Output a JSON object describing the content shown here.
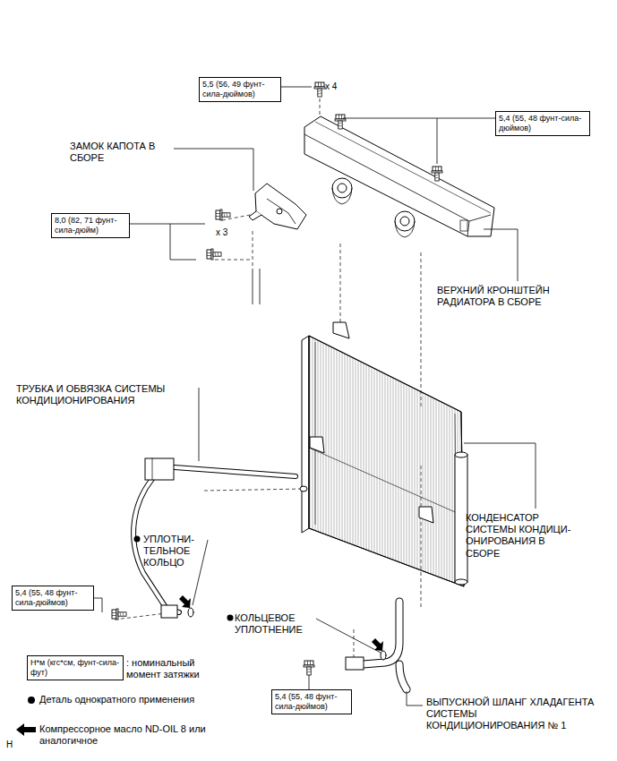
{
  "diagram": {
    "nodes": [
      {
        "text": [
          "5,5 (56, 49 фунт-сила-дюймов)"
        ]
      },
      {
        "text": [
          "5,4 (55, 48 фунт-сила-дюймов)"
        ]
      },
      {
        "text": [
          "8,0 (82, 71 фунт-сила-дюйм)"
        ]
      },
      {
        "text": [
          "5,4 (55, 48 фунт-сила-дюймов)"
        ]
      },
      {
        "text": [
          "Н*м (кгс*см, фунт-сила-фут)"
        ]
      },
      {
        "text": [
          "5,4 (55, 48 фунт-сила-дюймов)"
        ]
      }
    ],
    "labels": [
      "x 4",
      "ЗАМОК КАПОТА В СБОРЕ",
      "x 3",
      "ВЕРХНИЙ КРОНШТЕЙН РАДИАТОРА В СБОРЕ",
      "ТРУБКА И ОБВЯЗКА СИСТЕМЫ КОНДИЦИОНИРОВАНИЯ",
      "КОНДЕНСАТОР СИСТЕМЫ КОНДИЦИ- ОНИРОВАНИЯ В СБОРЕ",
      "УПЛОТНИ- ТЕЛЬНОЕ КОЛЬЦО",
      "КОЛЬЦЕВОЕ УПЛОТНЕНИЕ",
      "ВЫПУСКНОЙ ШЛАНГ ХЛАДАГЕНТА СИСТЕМЫ КОНДИЦИОНИРОВАНИЯ № 1",
      "H"
    ],
    "legend": [
      {
        "text": ": номинальный момент затяжки"
      },
      {
        "text": "Деталь однократного применения"
      },
      {
        "text": "Компрессорное масло ND-OIL 8 или аналогичное"
      }
    ]
  }
}
